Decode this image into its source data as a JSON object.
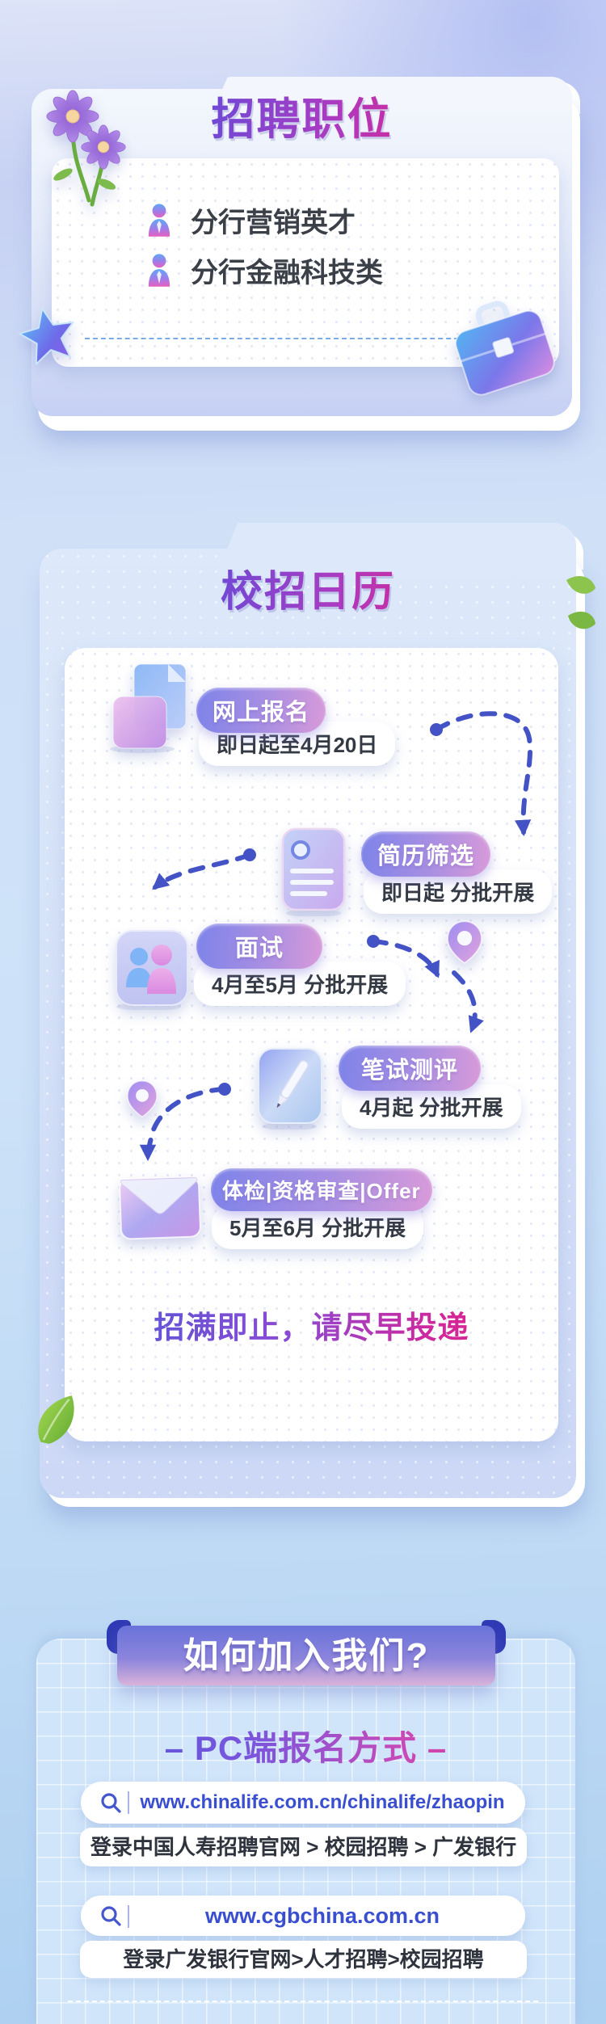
{
  "colors": {
    "title_gradient_from": "#4553d6",
    "title_gradient_to": "#ee1e77",
    "pill_gradient_from": "#7e83e9",
    "pill_gradient_to": "#d89ad9",
    "arrow_blue": "#4353c6",
    "url_text_blue": "#3a4ed0",
    "ribbon_fold_blue": "#2f39b4",
    "page_background_top": "#dde4f8",
    "page_background_bottom": "#aed0f1"
  },
  "positions": {
    "title": "招聘职位",
    "items": [
      {
        "label": "分行营销英才"
      },
      {
        "label": "分行金融科技类"
      }
    ]
  },
  "calendar": {
    "title": "校招日历",
    "steps": [
      {
        "label": "网上报名",
        "detail": "即日起至4月20日"
      },
      {
        "label": "简历筛选",
        "detail": "即日起 分批开展"
      },
      {
        "label": "面试",
        "detail": "4月至5月 分批开展"
      },
      {
        "label": "笔试测评",
        "detail": "4月起 分批开展"
      },
      {
        "label": "体检|资格审查|Offer",
        "detail": "5月至6月 分批开展"
      }
    ],
    "note": "招满即止，请尽早投递"
  },
  "join": {
    "title": "如何加入我们?",
    "pc_heading": "– PC端报名方式 –",
    "entries": [
      {
        "url": "www.chinalife.com.cn/chinalife/zhaopin",
        "guide": "登录中国人寿招聘官网 > 校园招聘 > 广发银行"
      },
      {
        "url": "www.cgbchina.com.cn",
        "guide": "登录广发银行官网>人才招聘>校园招聘"
      }
    ]
  },
  "icons": {
    "list_item": "person-icon",
    "step1": "documents-icon",
    "step2": "resume-icon",
    "step3": "interview-people-icon",
    "step4": "pen-icon",
    "step5": "envelope-icon",
    "marker": "location-pin-icon",
    "search": "search-icon",
    "decor": [
      "flower-icon",
      "star-icon",
      "briefcase-icon",
      "leaf-icon"
    ]
  }
}
